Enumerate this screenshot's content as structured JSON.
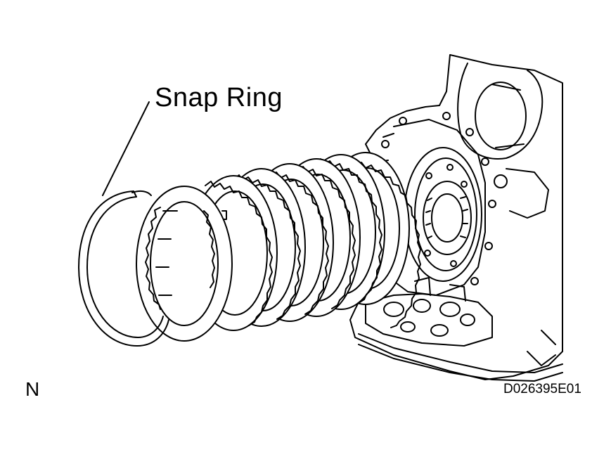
{
  "callout": {
    "text": "Snap Ring"
  },
  "corner_letter": "N",
  "figure_code": "D026395E01",
  "colors": {
    "line": "#000000",
    "background": "#ffffff"
  },
  "parts": {
    "snap_ring": "snap-ring",
    "clutch_pack_count": 7,
    "housing": "transmission-case"
  }
}
